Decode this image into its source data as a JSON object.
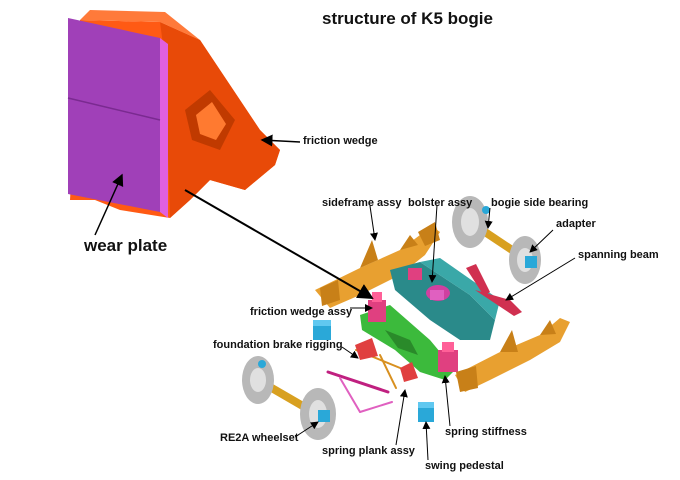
{
  "title": "structure of K5 bogie",
  "labels": {
    "friction_wedge": "friction wedge",
    "wear_plate": "wear plate",
    "sideframe_assy": "sideframe assy",
    "bolster_assy": "bolster assy",
    "bogie_side_bearing": "bogie side bearing",
    "adapter": "adapter",
    "spanning_beam": "spanning beam",
    "friction_wedge_assy": "friction wedge assy",
    "foundation_brake_rigging": "foundation brake rigging",
    "re2a_wheelset": "RE2A wheelset",
    "spring_plank_assy": "spring plank  assy",
    "spring_stiffness": "spring stiffness",
    "swing_pedestal": "swing pedestal"
  },
  "colors": {
    "wedge_orange": "#ff5a14",
    "wear_plate_purple": "#a040b8",
    "wear_plate_edge": "#e060e0",
    "sideframe": "#e8a030",
    "bolster": "#2a8a8a",
    "spring_plank": "#3cba3c",
    "springs_pink": "#e04080",
    "wheel_gray": "#b8b8b8",
    "axle_gold": "#d8a020",
    "pedestal_cyan": "#2aa8d8"
  }
}
